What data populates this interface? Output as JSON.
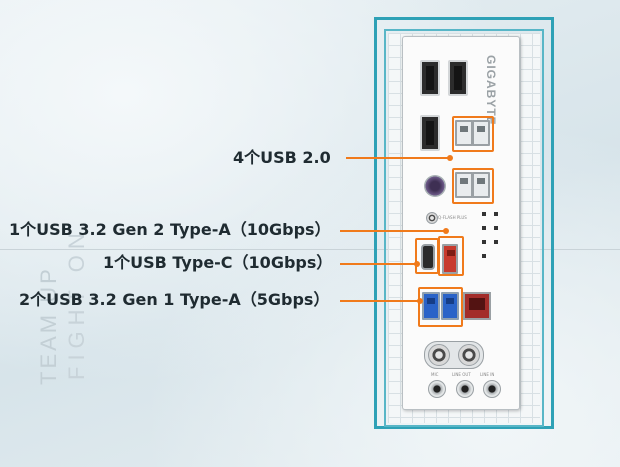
{
  "watermark": {
    "line1": "TEAM UP",
    "line2": "FIGHT ON"
  },
  "io_panel": {
    "brand": "GIGABYTE",
    "port_labels": {
      "q_flash": "Q-FLASH PLUS",
      "mic": "MIC",
      "line_out": "LINE OUT",
      "line_in": "LINE IN"
    }
  },
  "callouts": [
    {
      "label": "4个USB 2.0"
    },
    {
      "label": "1个USB 3.2 Gen 2 Type-A（10Gbps）"
    },
    {
      "label": "1个USB Type-C（10Gbps）"
    },
    {
      "label": "2个USB 3.2 Gen 1 Type-A（5Gbps）"
    }
  ],
  "colors": {
    "accent": "#f07a1b",
    "frame": "#2ea1b6",
    "text": "#1f2b31"
  }
}
